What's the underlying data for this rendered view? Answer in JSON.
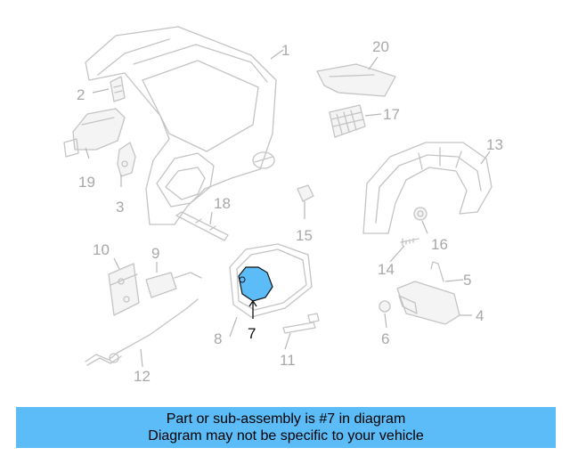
{
  "diagram": {
    "highlight_color": "#5bbcf7",
    "highlighted_part": "7",
    "callouts": {
      "c1": "1",
      "c2": "2",
      "c3": "3",
      "c4": "4",
      "c5": "5",
      "c6": "6",
      "c7": "7",
      "c8": "8",
      "c9": "9",
      "c10": "10",
      "c11": "11",
      "c12": "12",
      "c13": "13",
      "c14": "14",
      "c15": "15",
      "c16": "16",
      "c17": "17",
      "c18": "18",
      "c19": "19",
      "c20": "20"
    }
  },
  "banner": {
    "line1": "Part or sub-assembly is #7 in diagram",
    "line2": "Diagram may not be specific to your vehicle",
    "background": "#5bbcf7"
  }
}
